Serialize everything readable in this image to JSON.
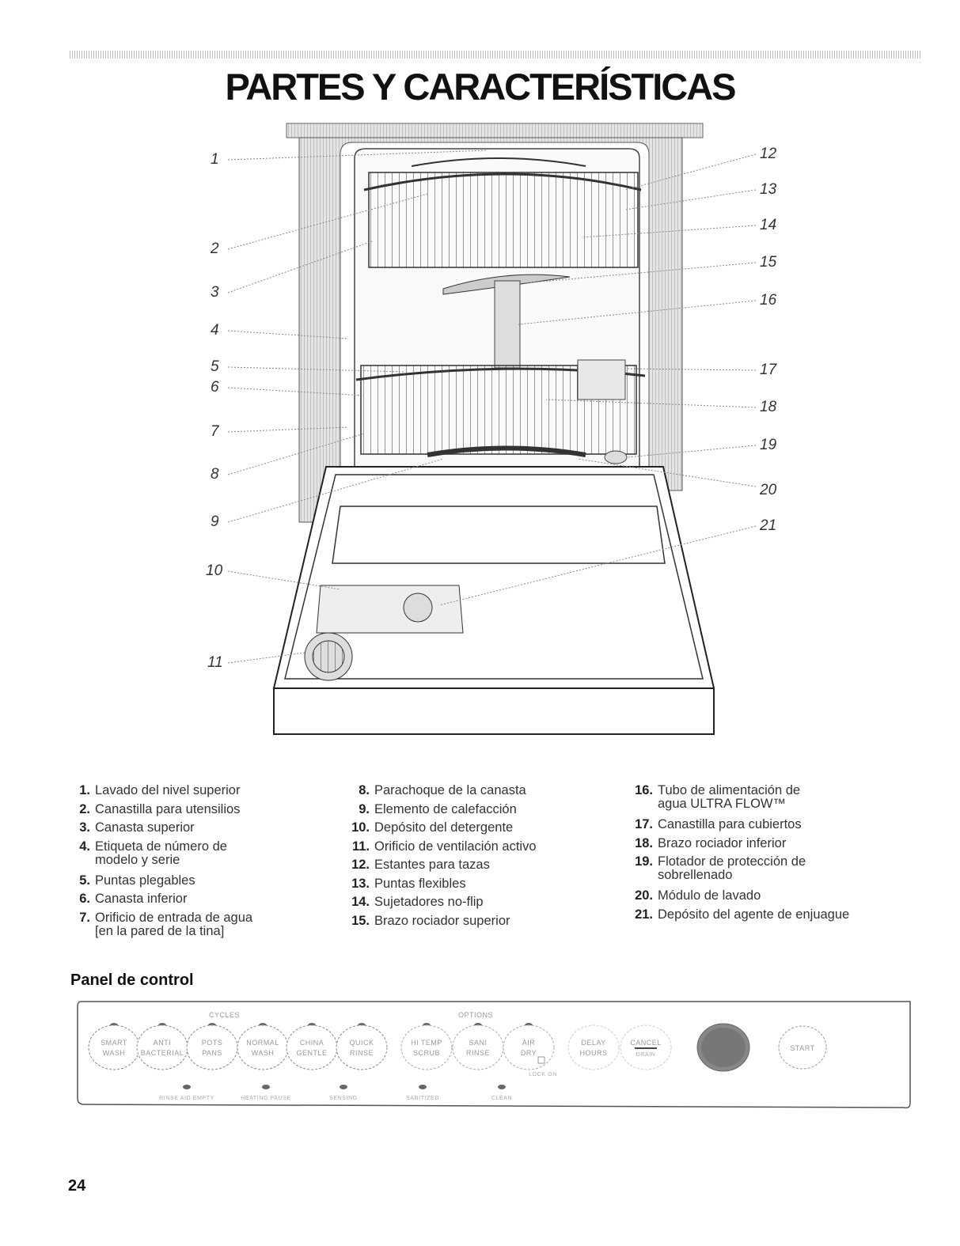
{
  "page": {
    "title": "PARTES Y CARACTERÍSTICAS",
    "page_number": "24"
  },
  "diagram": {
    "callouts": [
      "1",
      "2",
      "3",
      "4",
      "5",
      "6",
      "7",
      "8",
      "9",
      "10",
      "11",
      "12",
      "13",
      "14",
      "15",
      "16",
      "17",
      "18",
      "19",
      "20",
      "21"
    ]
  },
  "parts": {
    "col1": [
      {
        "n": "1.",
        "text": "Lavado del nivel superior"
      },
      {
        "n": "2.",
        "text": "Canastilla para utensilios"
      },
      {
        "n": "3.",
        "text": "Canasta superior"
      },
      {
        "n": "4.",
        "text": "Etiqueta de número de",
        "text2": "modelo y serie"
      },
      {
        "n": "5.",
        "text": "Puntas plegables"
      },
      {
        "n": "6.",
        "text": "Canasta inferior"
      },
      {
        "n": "7.",
        "text": "Orificio de entrada de agua",
        "text2": "[en la pared de la tina]"
      }
    ],
    "col2": [
      {
        "n": "8.",
        "text": "Parachoque de la canasta"
      },
      {
        "n": "9.",
        "text": "Elemento de calefacción"
      },
      {
        "n": "10.",
        "text": "Depósito del detergente"
      },
      {
        "n": "11.",
        "text": "Orificio de ventilación activo"
      },
      {
        "n": "12.",
        "text": "Estantes para tazas"
      },
      {
        "n": "13.",
        "text": "Puntas flexibles"
      },
      {
        "n": "14.",
        "text": "Sujetadores no-flip"
      },
      {
        "n": "15.",
        "text": "Brazo rociador superior"
      }
    ],
    "col3": [
      {
        "n": "16.",
        "text": "Tubo de alimentación de",
        "text2": "agua ULTRA FLOW™"
      },
      {
        "n": "17.",
        "text": "Canastilla para cubiertos"
      },
      {
        "n": "18.",
        "text": "Brazo rociador inferior"
      },
      {
        "n": "19.",
        "text": "Flotador de protección de",
        "text2": "sobrellenado"
      },
      {
        "n": "20.",
        "text": "Módulo de lavado"
      },
      {
        "n": "21.",
        "text": "Depósito del agente de enjuague"
      }
    ]
  },
  "control_panel": {
    "heading": "Panel de control",
    "cycles_label": "CYCLES",
    "options_label": "OPTIONS",
    "cycle_buttons": [
      {
        "l1": "SMART",
        "l2": "WASH"
      },
      {
        "l1": "ANTI",
        "l2": "BACTERIAL"
      },
      {
        "l1": "POTS",
        "l2": "PANS"
      },
      {
        "l1": "NORMAL",
        "l2": "WASH"
      },
      {
        "l1": "CHINA",
        "l2": "GENTLE"
      },
      {
        "l1": "QUICK",
        "l2": "RINSE"
      }
    ],
    "option_buttons": [
      {
        "l1": "HI TEMP",
        "l2": "SCRUB"
      },
      {
        "l1": "SANI",
        "l2": "RINSE"
      },
      {
        "l1": "AIR",
        "l2": "DRY"
      },
      {
        "l1": "DELAY",
        "l2": "HOURS"
      },
      {
        "l1": "CANCEL",
        "l2": "DRAIN"
      }
    ],
    "start_label": "START",
    "lock_label": "LOCK ON",
    "status_lights": [
      "RINSE AID EMPTY",
      "HEATING PAUSE",
      "SENSING",
      "SANITIZED",
      "CLEAN"
    ]
  }
}
